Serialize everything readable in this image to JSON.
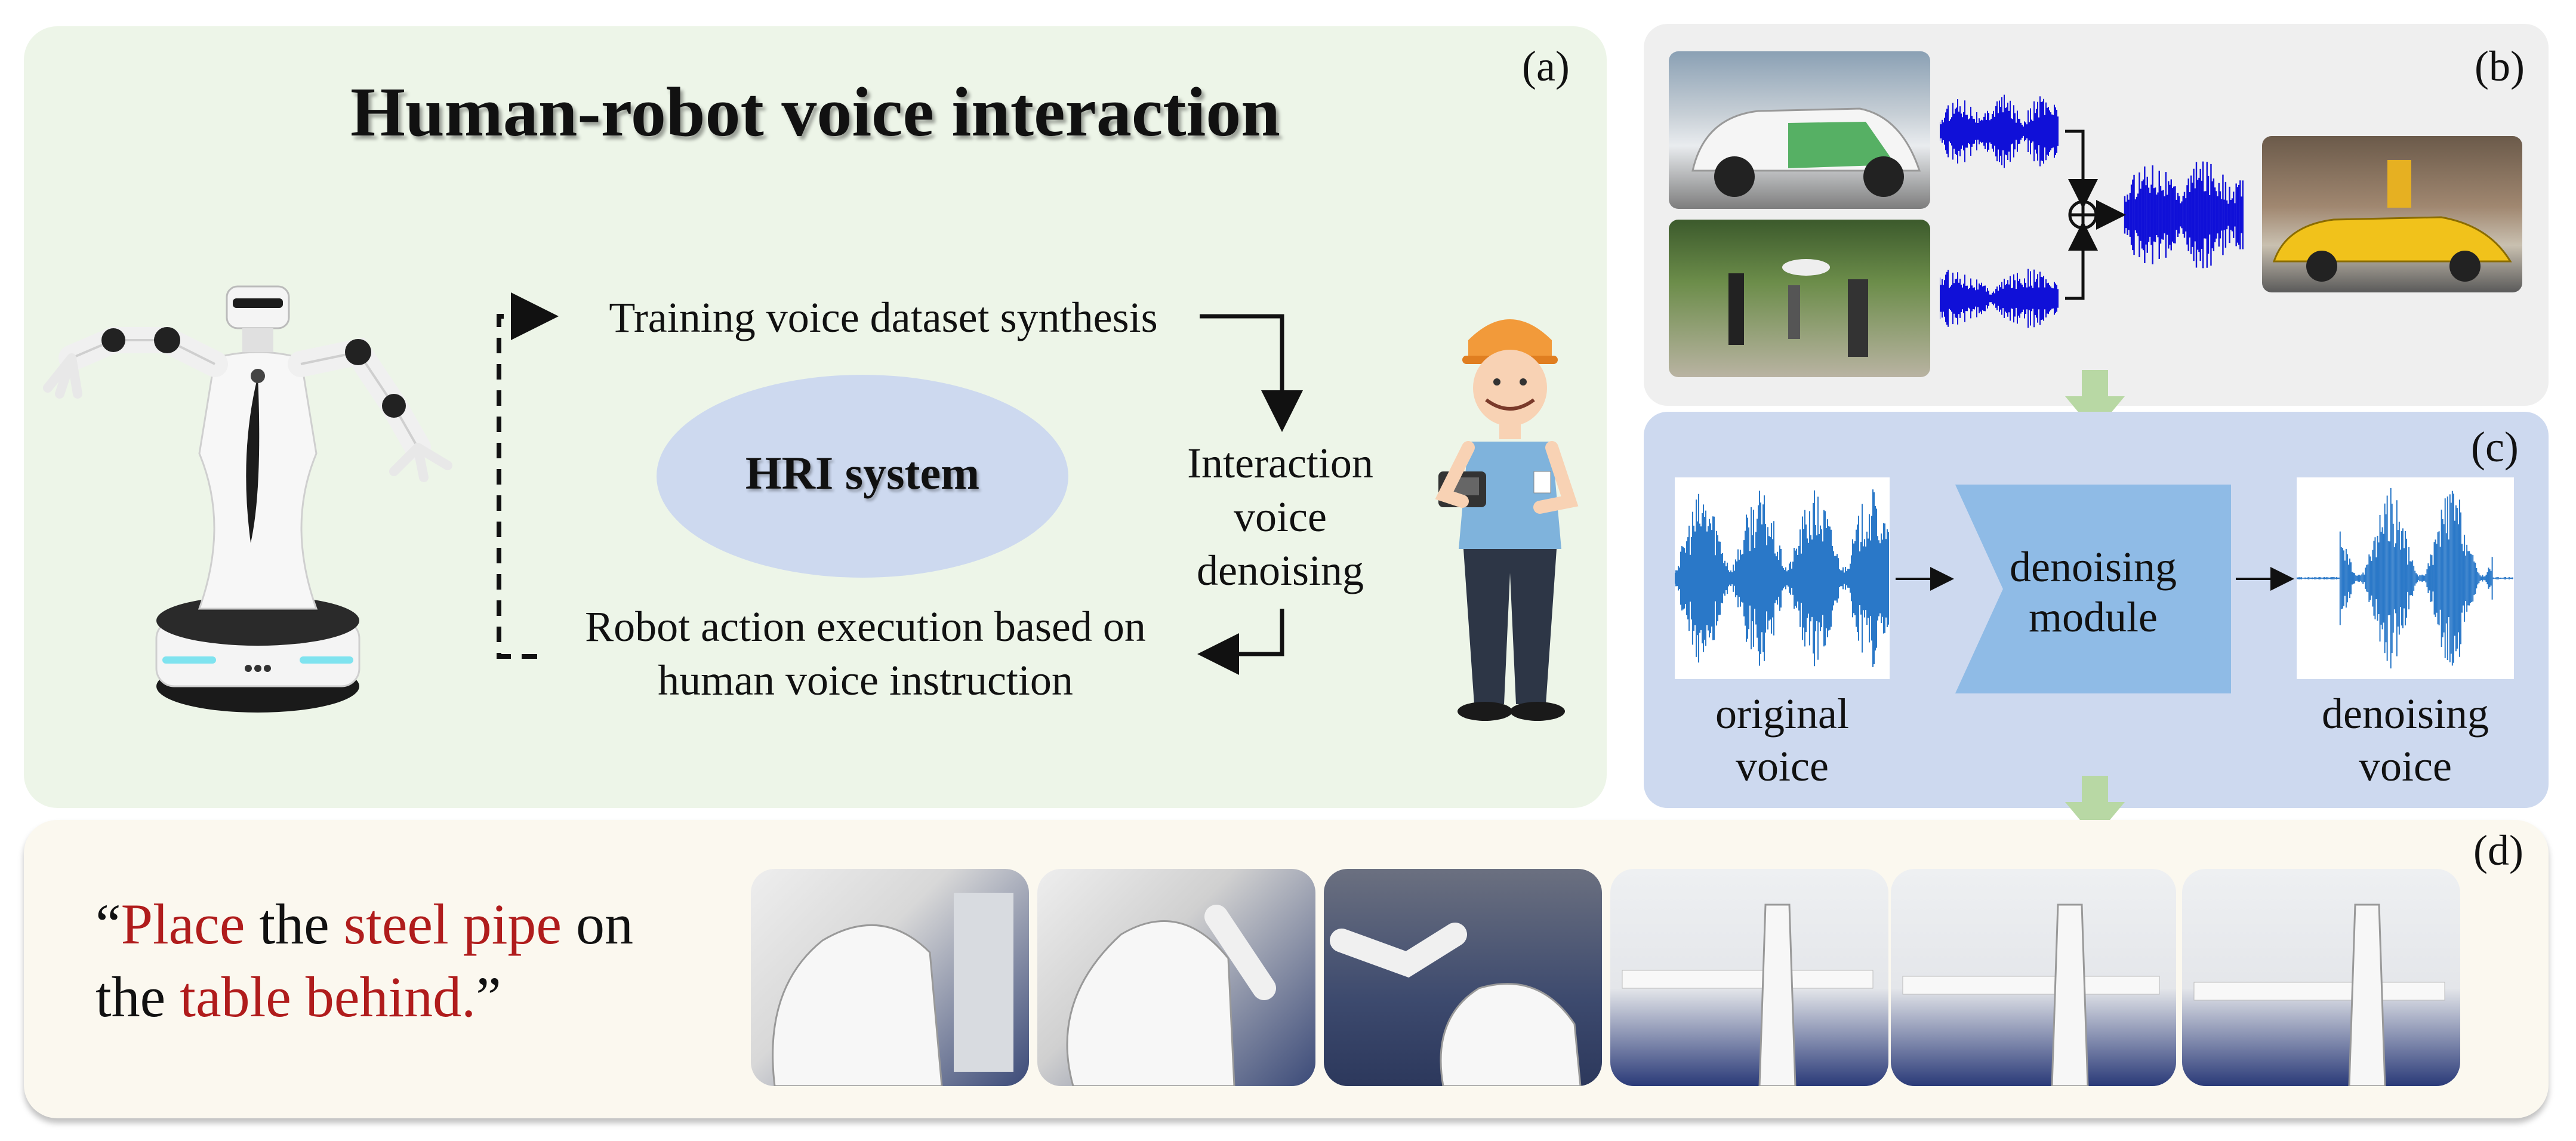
{
  "panel_a": {
    "label": "(a)",
    "title": "Human-robot voice interaction",
    "flow": {
      "top": "Training voice dataset synthesis",
      "right_line1": "Interaction",
      "right_line2": "voice",
      "right_line3": "denoising",
      "bottom_line1": "Robot action execution based on",
      "bottom_line2": "human voice instruction",
      "center": "HRI system"
    }
  },
  "panel_b": {
    "label": "(b)"
  },
  "panel_c": {
    "label": "(c)",
    "module_line1": "denoising",
    "module_line2": "module",
    "input_line1": "original",
    "input_line2": "voice",
    "output_line1": "denoising",
    "output_line2": "voice"
  },
  "panel_d": {
    "label": "(d)",
    "quote": {
      "open": "“",
      "w1": "Place",
      "w2": " the ",
      "w3": "steel pipe",
      "w4": " on",
      "w5": "the ",
      "w6": "table behind.",
      "close": "”"
    }
  },
  "colors": {
    "panel_a_bg": "#edf5e8",
    "panel_b_bg": "#efefef",
    "panel_c_bg": "#cdd9ef",
    "panel_d_bg": "#fbf8ef",
    "waveform_blue": "#1010d8",
    "voice_blue": "#2a78c8",
    "quote_red": "#b01c1c",
    "down_arrow_green": "#b8d8a4"
  }
}
